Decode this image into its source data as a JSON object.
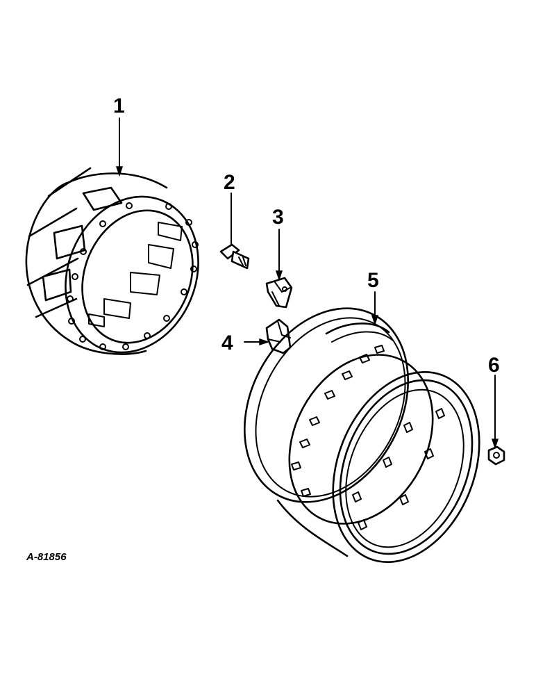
{
  "callouts": {
    "part_1": "1",
    "part_2": "2",
    "part_3": "3",
    "part_4": "4",
    "part_5": "5",
    "part_6": "6"
  },
  "drawing_number": "A-81856"
}
